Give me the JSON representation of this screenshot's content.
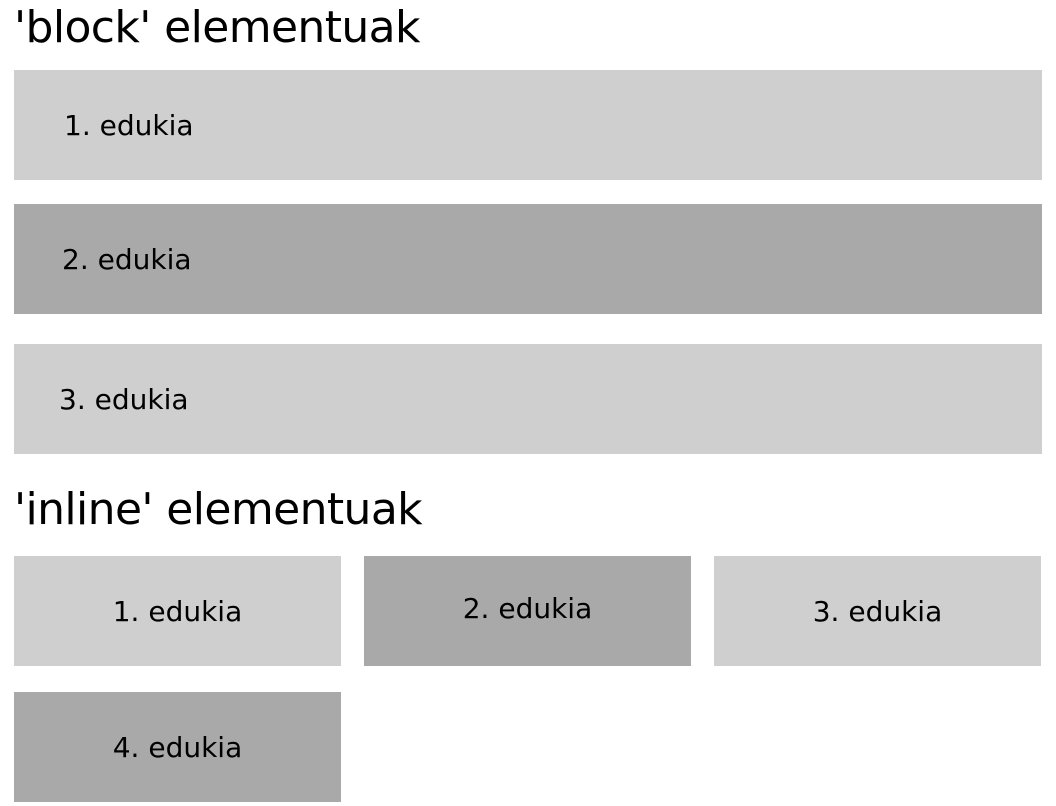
{
  "block_section": {
    "title": "'block' elementuak",
    "items": [
      {
        "label": "1. edukia",
        "color": "#cfcfcf"
      },
      {
        "label": "2. edukia",
        "color": "#a9a9a9"
      },
      {
        "label": "3. edukia",
        "color": "#cfcfcf"
      }
    ]
  },
  "inline_section": {
    "title": "'inline' elementuak",
    "items": [
      {
        "label": "1. edukia",
        "color": "#cfcfcf"
      },
      {
        "label": "2. edukia",
        "color": "#a9a9a9"
      },
      {
        "label": "3. edukia",
        "color": "#cfcfcf"
      },
      {
        "label": "4. edukia",
        "color": "#a9a9a9"
      }
    ]
  }
}
